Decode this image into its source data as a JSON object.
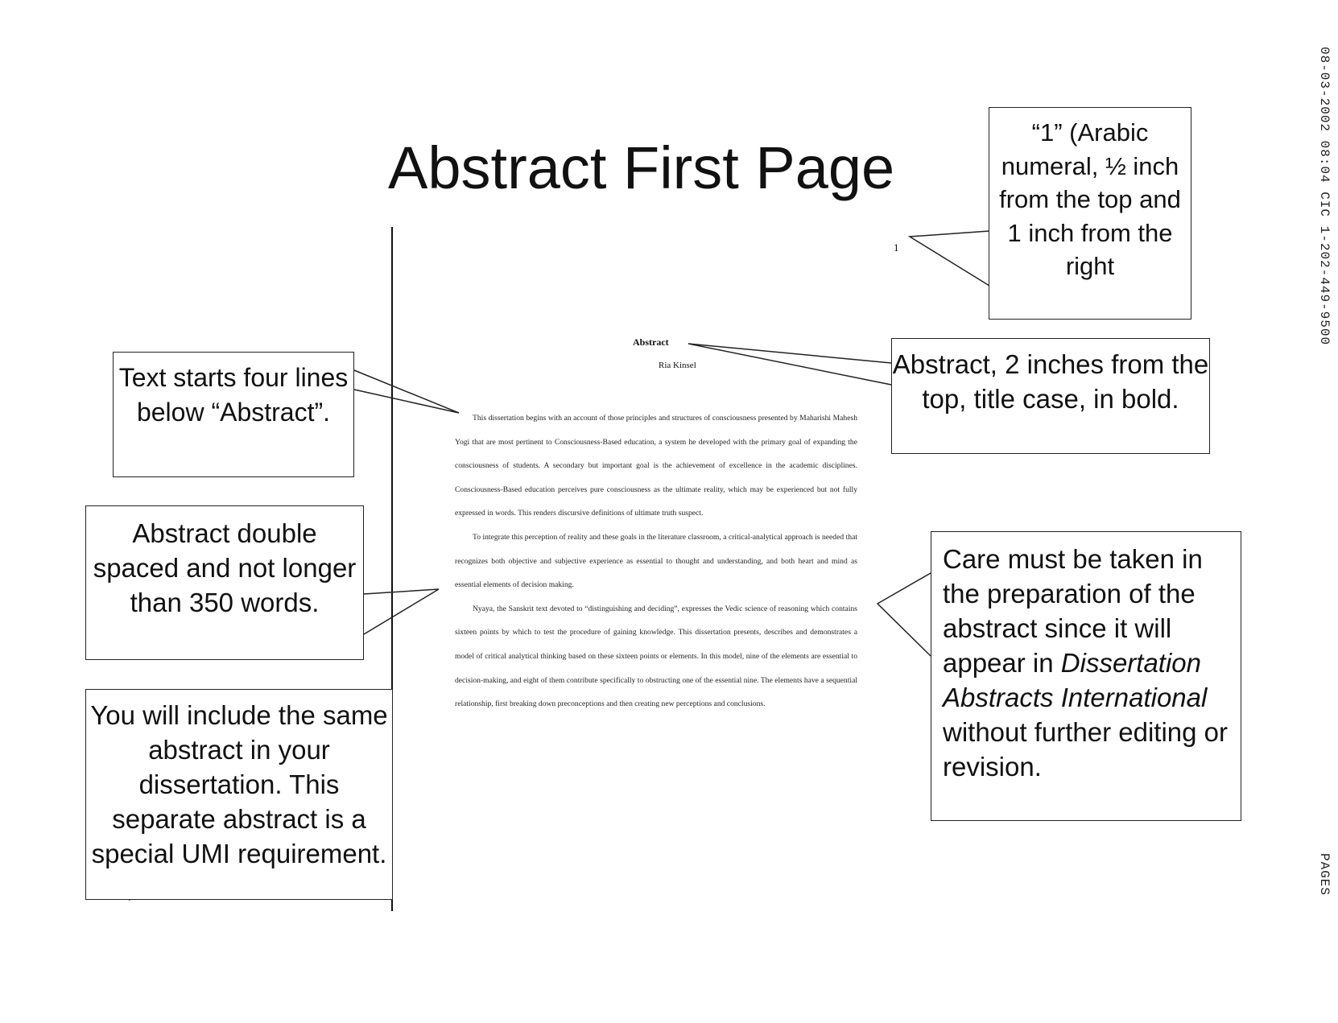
{
  "fax": {
    "header": "08-03-2002 08:04   CIC 1-202-449-9500",
    "pages": "PAGES"
  },
  "title": "Abstract First Page",
  "sample": {
    "page_number": "1",
    "heading": "Abstract",
    "author": "Ria Kinsel",
    "paragraphs": [
      "This dissertation begins with an account of those principles and structures of consciousness presented by Maharishi Mahesh Yogi that are most pertinent to Consciousness-Based education, a system he developed with the primary goal of expanding the consciousness of students. A secondary but important goal is the achievement of excellence in the academic disciplines. Consciousness-Based education perceives pure consciousness as the ultimate reality, which may be experienced but not fully expressed in words. This renders discursive definitions of ultimate truth suspect.",
      "To integrate this perception of reality and these goals in the literature classroom, a critical-analytical approach is needed that recognizes both objective and subjective experience as essential to thought and understanding, and both heart and mind as essential elements of decision making.",
      "Nyaya, the Sanskrit text devoted to “distinguishing and deciding”, expresses the Vedic science of reasoning which contains sixteen points by which to test the procedure of gaining knowledge. This dissertation presents, describes and demonstrates a model of critical analytical thinking based on these sixteen points or elements. In this model, nine of the elements are essential to decision-making, and eight of them contribute specifically to obstructing one of the essential nine. The elements have a sequential relationship, first breaking down preconceptions and then creating new perceptions and conclusions."
    ]
  },
  "callouts": {
    "page_number_note": "“1” (Arabic numeral, ½ inch from the top and 1 inch from the right",
    "abstract_heading_note": "Abstract, 2 inches from the top, title case, in bold.",
    "text_start_note": "Text starts four lines below “Abstract”.",
    "spacing_note": "Abstract double spaced and not longer than 350 words.",
    "umi_note": "You will include the same abstract in your dissertation. This separate abstract is a special UMI requirement.",
    "care_note": {
      "part1": "Care must be taken in the preparation of the abstract since it will appear in ",
      "italic": "Dissertation Abstracts International",
      "part2": " without further editing or revision."
    }
  }
}
